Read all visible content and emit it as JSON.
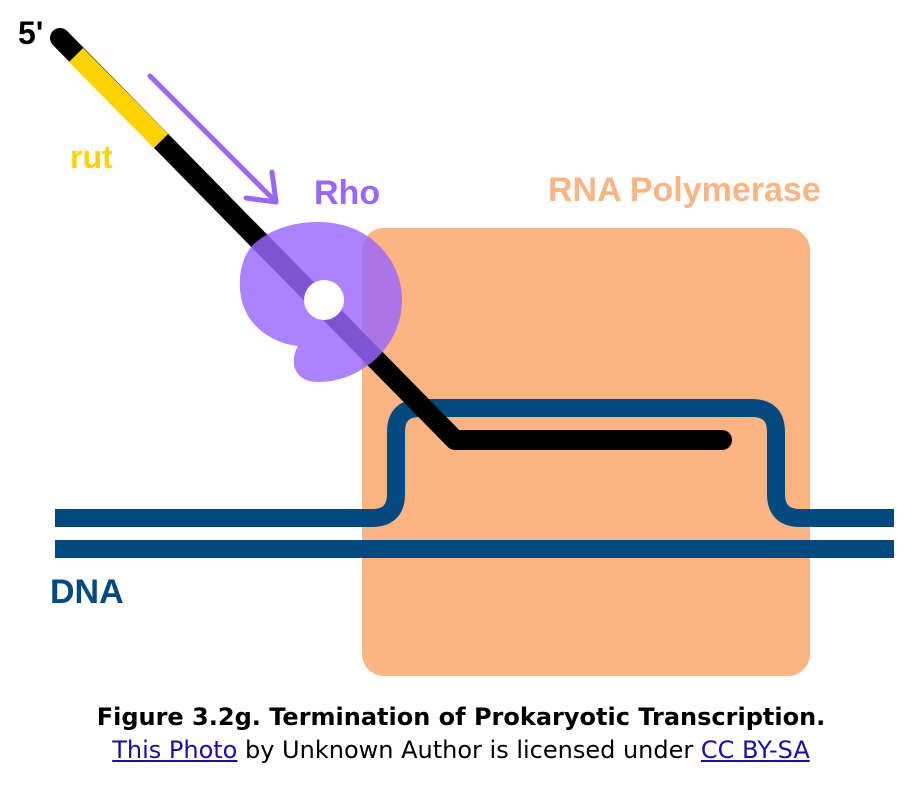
{
  "diagram": {
    "labels": {
      "five_prime": "5'",
      "rut": "rut",
      "rho": "Rho",
      "rna_polymerase": "RNA Polymerase",
      "dna": "DNA"
    },
    "colors": {
      "rna_strand": "#000000",
      "rut_segment": "#ffd200",
      "rho_protein": "#9966ff",
      "rho_arrow": "#9966ff",
      "rna_polymerase": "#fbb482",
      "dna": "#004a80"
    }
  },
  "caption": {
    "title": "Figure 3.2g. Termination of Prokaryotic Transcription.",
    "link_photo": "This Photo",
    "text_middle": " by Unknown Author is licensed under ",
    "link_license": "CC BY-SA"
  }
}
